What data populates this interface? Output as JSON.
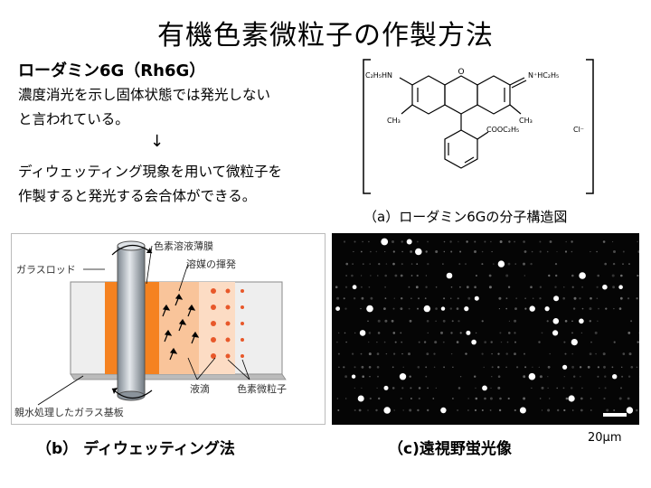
{
  "title": "有機色素微粒子の作製方法",
  "subtitle": "ローダミン6G（Rh6G）",
  "para1": [
    "濃度消光を示し固体状態では発光しない",
    "と言われている。"
  ],
  "arrow": "↓",
  "para2": [
    "ディウェッティング現象を用いて微粒子を",
    "作製すると発光する会合体ができる。"
  ],
  "figure_a": {
    "caption": "（a）ローダミン6Gの分子構造図",
    "labels": {
      "left_amine": "C₂H₅HN",
      "right_iminium": "N⁺HC₂H₅",
      "oxygen": "O",
      "left_methyl": "CH₃",
      "right_methyl": "CH₃",
      "ester": "COOC₂H₅",
      "counter_ion": "Cl⁻"
    }
  },
  "figure_b": {
    "caption": "（b）  ディウェッティング法",
    "labels": {
      "rod": "ガラスロッド",
      "film": "色素溶液薄膜",
      "evaporation": "溶媒の揮発",
      "droplet": "液滴",
      "particles": "色素微粒子",
      "substrate": "親水処理したガラス基板"
    },
    "colors": {
      "film": "#f58220",
      "light_film": "#f9c49a",
      "dots": "#e8582a",
      "substrate": "#e6e6e6"
    }
  },
  "figure_c": {
    "caption": "（c)遠視野蛍光像",
    "scale_label": "20μm"
  }
}
